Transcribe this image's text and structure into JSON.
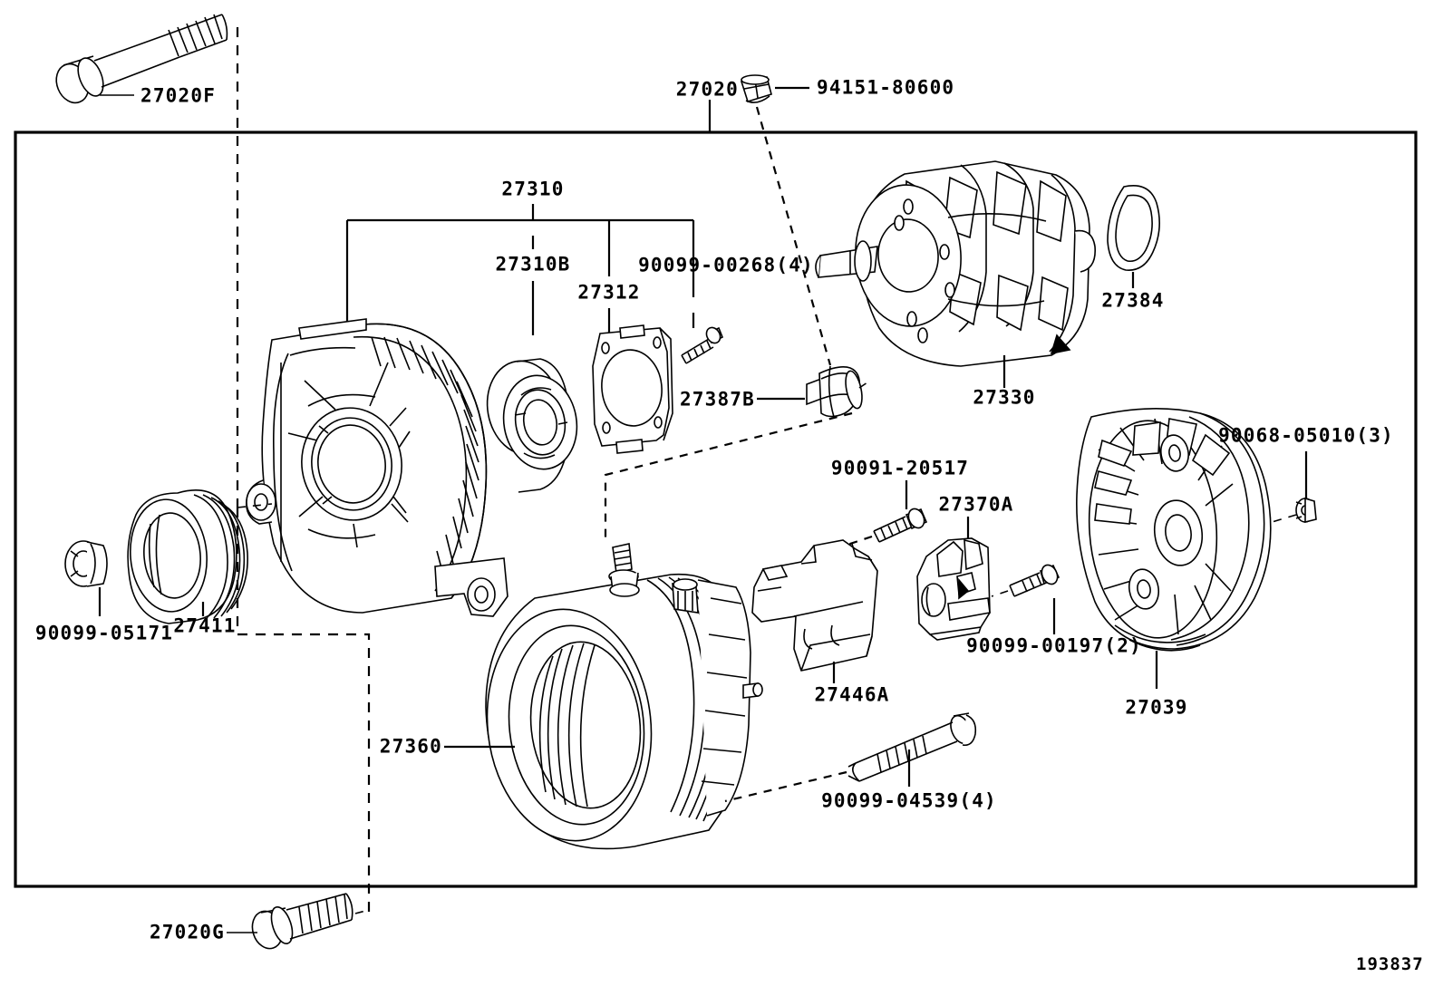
{
  "diagram": {
    "id_number": "193837",
    "title": "Alternator Exploded Parts Diagram",
    "frame": {
      "visible": true
    }
  },
  "parts": [
    {
      "key": "p_27020F",
      "label": "27020F",
      "name": "bolt-upper-left"
    },
    {
      "key": "p_27020",
      "label": "27020",
      "name": "alternator-assembly-callout"
    },
    {
      "key": "p_94151",
      "label": "94151-80600",
      "name": "screw-terminal"
    },
    {
      "key": "p_27310",
      "label": "27310",
      "name": "drive-end-frame"
    },
    {
      "key": "p_27310B",
      "label": "27310B",
      "name": "drive-end-bearing"
    },
    {
      "key": "p_27312",
      "label": "27312",
      "name": "bearing-retainer"
    },
    {
      "key": "p_90099_00268",
      "label": "90099-00268(4)",
      "name": "retainer-screw"
    },
    {
      "key": "p_27387B",
      "label": "27387B",
      "name": "slip-ring"
    },
    {
      "key": "p_27330",
      "label": "27330",
      "name": "rotor-assembly"
    },
    {
      "key": "p_27384",
      "label": "27384",
      "name": "rear-bearing-cover-seal"
    },
    {
      "key": "p_90068",
      "label": "90068-05010(3)",
      "name": "nut-rear-frame"
    },
    {
      "key": "p_90099_05171",
      "label": "90099-05171",
      "name": "pulley-nut"
    },
    {
      "key": "p_27411",
      "label": "27411",
      "name": "pulley"
    },
    {
      "key": "p_90091",
      "label": "90091-20517",
      "name": "bracket-bolt"
    },
    {
      "key": "p_27370A",
      "label": "27370A",
      "name": "voltage-regulator"
    },
    {
      "key": "p_90099_00197",
      "label": "90099-00197(2)",
      "name": "regulator-screw"
    },
    {
      "key": "p_27039",
      "label": "27039",
      "name": "rear-end-frame"
    },
    {
      "key": "p_27446A",
      "label": "27446A",
      "name": "terminal-cover-bracket"
    },
    {
      "key": "p_27360",
      "label": "27360",
      "name": "stator-assembly"
    },
    {
      "key": "p_90099_04539",
      "label": "90099-04539(4)",
      "name": "through-bolt"
    },
    {
      "key": "p_27020G",
      "label": "27020G",
      "name": "bolt-lower-left"
    }
  ],
  "labels": {
    "p_27020F": {
      "text": "27020F"
    },
    "p_27020": {
      "text": "27020"
    },
    "p_94151": {
      "text": "94151-80600"
    },
    "p_27310": {
      "text": "27310"
    },
    "p_27310B": {
      "text": "27310B"
    },
    "p_27312": {
      "text": "27312"
    },
    "p_90099_00268": {
      "text": "90099-00268(4)"
    },
    "p_27387B": {
      "text": "27387B"
    },
    "p_27330": {
      "text": "27330"
    },
    "p_27384": {
      "text": "27384"
    },
    "p_90068": {
      "text": "90068-05010(3)"
    },
    "p_90099_05171": {
      "text": "90099-05171"
    },
    "p_27411": {
      "text": "27411"
    },
    "p_90091": {
      "text": "90091-20517"
    },
    "p_27370A": {
      "text": "27370A"
    },
    "p_90099_00197": {
      "text": "90099-00197(2)"
    },
    "p_27039": {
      "text": "27039"
    },
    "p_27446A": {
      "text": "27446A"
    },
    "p_27360": {
      "text": "27360"
    },
    "p_90099_04539": {
      "text": "90099-04539(4)"
    },
    "p_27020G": {
      "text": "27020G"
    },
    "diagram_id": {
      "text": "193837"
    }
  },
  "colors": {
    "ink": "#000000",
    "paper": "#ffffff"
  }
}
